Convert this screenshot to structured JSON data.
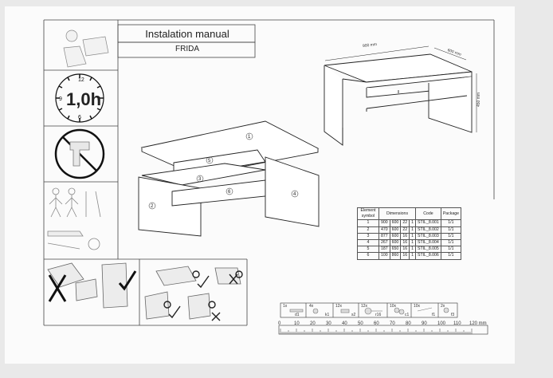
{
  "header": {
    "title": "Instalation manual",
    "subtitle": "FRIDA"
  },
  "assembly_time": {
    "value": "1,0h",
    "clock_numbers": [
      "12",
      "3",
      "6",
      "9"
    ]
  },
  "dimensions": {
    "width": "900 mm",
    "depth": "600 mm",
    "height": "450 mm"
  },
  "part_callouts": [
    "1",
    "2",
    "3",
    "4",
    "5",
    "6"
  ],
  "parts_table": {
    "headers": [
      "Element symbol",
      "Dimensions",
      "Code",
      "Package"
    ],
    "rows": [
      [
        "1",
        "900",
        "600",
        "22",
        "1",
        "STIL_8.001",
        "1/1"
      ],
      [
        "2",
        "470",
        "600",
        "22",
        "1",
        "STIL_8.002",
        "1/1"
      ],
      [
        "3",
        "877",
        "600",
        "16",
        "1",
        "STIL_8.003",
        "1/1"
      ],
      [
        "4",
        "267",
        "600",
        "16",
        "1",
        "STIL_8.004",
        "1/1"
      ],
      [
        "5",
        "187",
        "650",
        "16",
        "1",
        "STIL_8.005",
        "1/1"
      ],
      [
        "6",
        "100",
        "860",
        "16",
        "1",
        "STIL_8.006",
        "1/1"
      ]
    ]
  },
  "fittings": [
    {
      "qty": "1x",
      "code": "d1"
    },
    {
      "qty": "4x",
      "code": "k1"
    },
    {
      "qty": "12x",
      "code": "s2"
    },
    {
      "qty": "12x",
      "code": "r16"
    },
    {
      "qty": "10x",
      "code": "c1"
    },
    {
      "qty": "10x",
      "code": "f1"
    },
    {
      "qty": "2x",
      "code": "f3"
    }
  ],
  "ruler": {
    "labels": [
      "0",
      "10",
      "20",
      "30",
      "40",
      "50",
      "60",
      "70",
      "80",
      "90",
      "100",
      "110",
      "120 mm"
    ]
  }
}
